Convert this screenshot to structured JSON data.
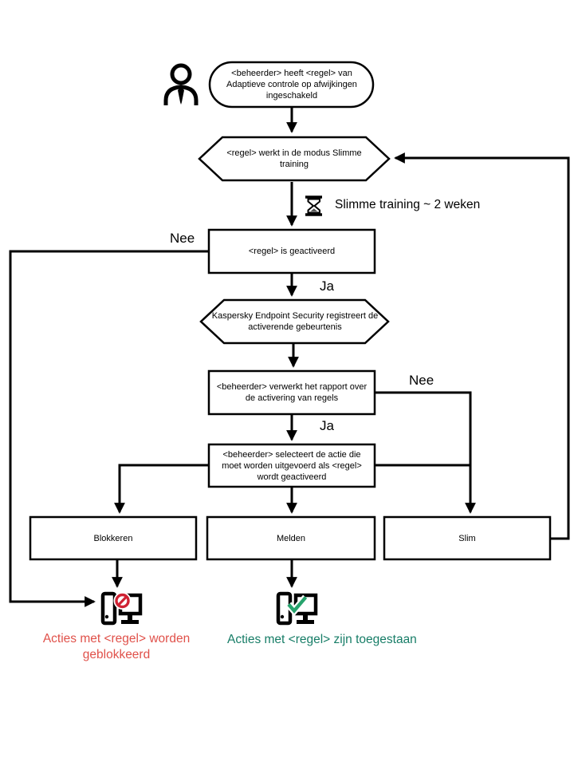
{
  "diagram": {
    "title_hint": "Adaptive Anomaly Control rule flow (Dutch)",
    "nodes": {
      "start": {
        "label": "<beheerder> heeft <regel> van Adaptieve controle op afwijkingen ingeschakeld",
        "shape": "stadium"
      },
      "mode": {
        "label": "<regel> werkt in de modus Slimme training",
        "shape": "hexagon"
      },
      "triggered": {
        "label": "<regel> is geactiveerd",
        "shape": "rect"
      },
      "registers": {
        "label": "Kaspersky Endpoint Security registreert de activerende gebeurtenis",
        "shape": "hexagon"
      },
      "report": {
        "label": "<beheerder> verwerkt het rapport over de activering van regels",
        "shape": "rect"
      },
      "select_action": {
        "label": "<beheerder> selecteert de actie die moet worden uitgevoerd als <regel> wordt geactiveerd",
        "shape": "rect"
      },
      "block": {
        "label": "Blokkeren",
        "shape": "rect"
      },
      "notify": {
        "label": "Melden",
        "shape": "rect"
      },
      "smart": {
        "label": "Slim",
        "shape": "rect"
      }
    },
    "edge_labels": {
      "nee_left": "Nee",
      "ja_top": "Ja",
      "nee_right": "Nee",
      "ja_bottom": "Ja"
    },
    "annotations": {
      "training_duration": "Slimme training ~ 2 weken",
      "blocked_result": "Acties met <regel> worden geblokkeerd",
      "allowed_result": "Acties met <regel> zijn toegestaan"
    },
    "icons": {
      "person": "person-icon",
      "hourglass": "hourglass-icon",
      "blocked_computer": "computer-blocked-icon",
      "allowed_computer": "computer-allowed-icon"
    }
  },
  "colors": {
    "line": "#000000",
    "blocked_text": "#e0514a",
    "allowed_text": "#177d67",
    "prohibit_badge": "#cf2233",
    "check": "#27a36d"
  }
}
